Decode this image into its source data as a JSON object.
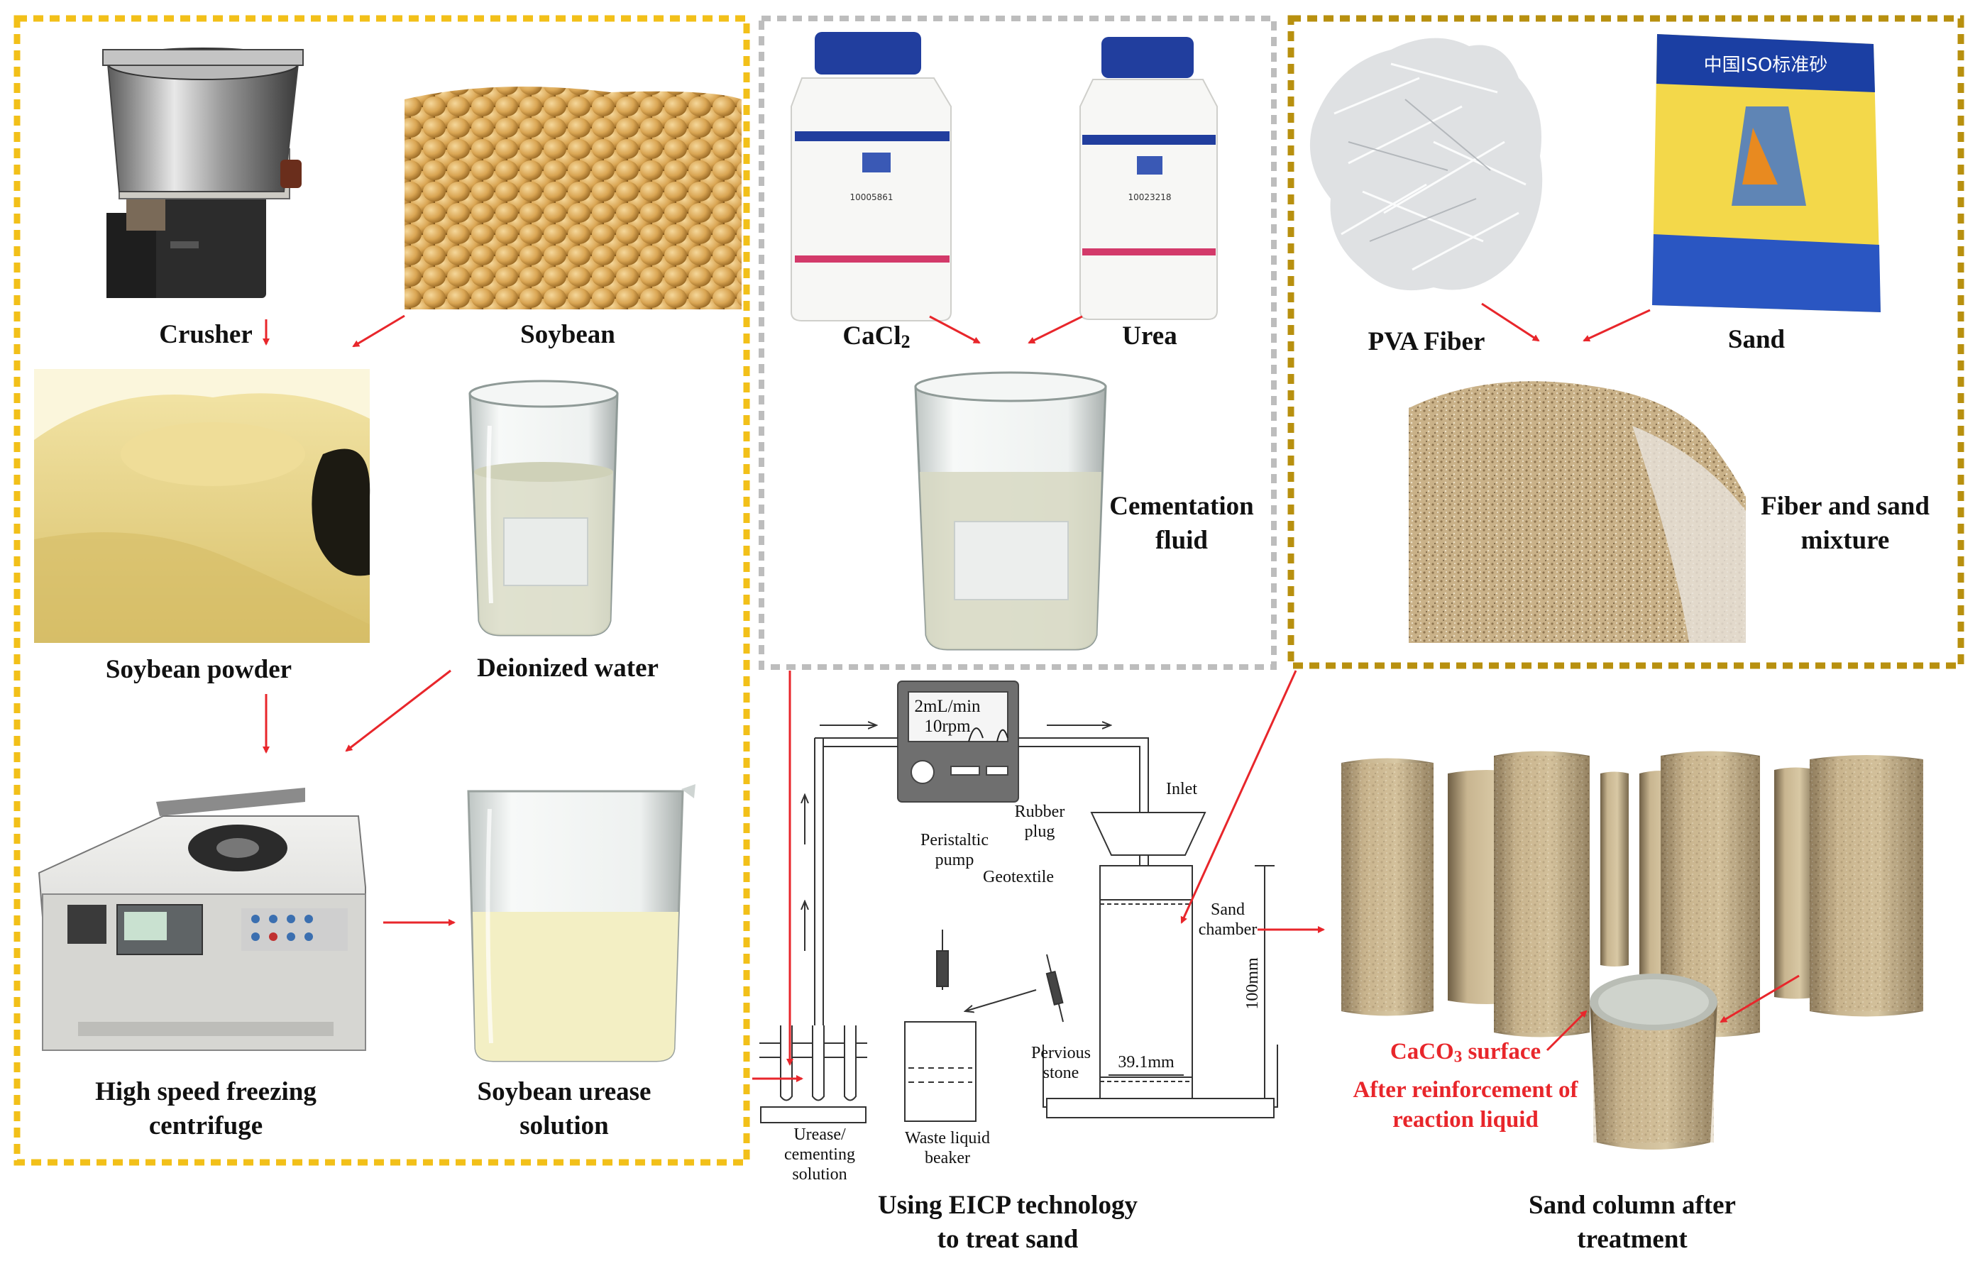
{
  "colors": {
    "panel_yellow": "#f2c019",
    "panel_gray": "#bdbdbd",
    "panel_olive": "#b8900f",
    "arrow_red": "#e8262b",
    "text_red": "#e8262b"
  },
  "panel1": {
    "crusher": "Crusher",
    "soybean": "Soybean",
    "soybean_powder": "Soybean powder",
    "deionized_water": "Deionized water",
    "centrifuge": [
      "High speed freezing",
      "centrifuge"
    ],
    "urease_solution": [
      "Soybean urease",
      "solution"
    ]
  },
  "panel2": {
    "cacl2_main": "CaCl",
    "cacl2_sub": "2",
    "urea": "Urea",
    "cementation_fluid": [
      "Cementation",
      "fluid"
    ],
    "bottle1_code": "10005861",
    "bottle2_code": "10023218"
  },
  "panel3": {
    "pva_fiber": "PVA Fiber",
    "sand": "Sand",
    "mixture": [
      "Fiber and sand",
      "mixture"
    ],
    "bag_text": "中国ISO标准砂"
  },
  "apparatus": {
    "pump_rate": "2mL/min",
    "pump_rpm": "10rpm",
    "inlet": "Inlet",
    "rubber_plug": [
      "Rubber",
      "plug"
    ],
    "peristaltic_pump": [
      "Peristaltic",
      "pump"
    ],
    "geotextile": "Geotextile",
    "sand_chamber": [
      "Sand",
      "chamber"
    ],
    "height": "100mm",
    "diameter": "39.1mm",
    "pervious_stone": [
      "Pervious",
      "stone"
    ],
    "urease_solution": [
      "Urease/",
      "cementing",
      "solution"
    ],
    "waste_beaker": [
      "Waste liquid",
      "beaker"
    ],
    "caption": [
      "Using EICP technology",
      "to treat sand"
    ]
  },
  "columns": {
    "caco3_main": "CaCO",
    "caco3_sub": "3",
    "caco3_suffix": " surface",
    "after_reinforcement": [
      "After reinforcement of",
      "reaction liquid"
    ],
    "caption": [
      "Sand column after",
      "treatment"
    ]
  }
}
